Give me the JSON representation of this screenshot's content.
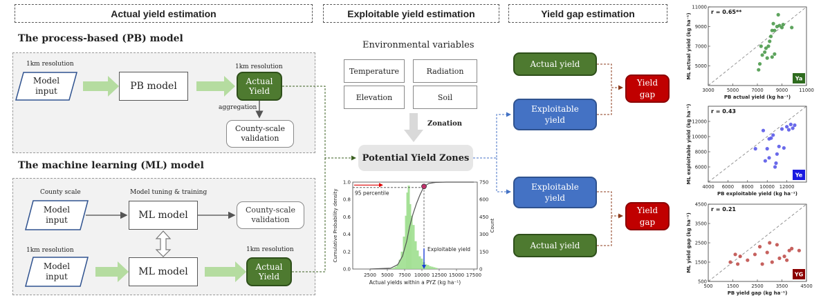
{
  "headers": {
    "actual": "Actual yield estimation",
    "exploitable": "Exploitable yield estimation",
    "gap": "Yield gap estimation"
  },
  "pb": {
    "title": "The process-based (PB) model",
    "res_left": "1km resolution",
    "model_input": "Model\ninput",
    "pb_model": "PB model",
    "res_right": "1km resolution",
    "actual_yield": "Actual\nYield",
    "aggregation": "aggregation",
    "validation": "County-scale\nvalidation"
  },
  "ml": {
    "title": "The machine learning (ML) model",
    "county_scale": "County scale",
    "tuning": "Model tuning & training",
    "model_input_top": "Model\ninput",
    "ml_model_top": "ML model",
    "validation": "County-scale\nvalidation",
    "res_left": "1km resolution",
    "model_input_bottom": "Model\ninput",
    "ml_model_bottom": "ML model",
    "res_right": "1km resolution",
    "actual_yield": "Actual\nYield"
  },
  "env": {
    "title": "Environmental variables",
    "temperature": "Temperature",
    "radiation": "Radiation",
    "elevation": "Elevation",
    "soil": "Soil",
    "zonation": "Zonation",
    "pyz": "Potential Yield Zones"
  },
  "gap_flow": {
    "actual_top": "Actual yield",
    "exploitable_top": "Exploitable\nyield",
    "gap_top": "Yield\ngap",
    "exploitable_bottom": "Exploitable\nyield",
    "actual_bottom": "Actual yield",
    "gap_bottom": "Yield\ngap"
  },
  "chart_data": [
    {
      "type": "histogram+line",
      "xlabel": "Actual yields within a PYZ (kg ha⁻¹)",
      "ylabel_left": "Cumulative Probability density",
      "ylabel_right": "Count",
      "xticks": [
        2500,
        5000,
        7500,
        10000,
        12500,
        15000,
        17500
      ],
      "xlim": [
        0,
        18000
      ],
      "yticks_left": [
        0.0,
        0.2,
        0.4,
        0.6,
        0.8,
        1.0
      ],
      "yticks_right": [
        0,
        150,
        300,
        450,
        600,
        750
      ],
      "annotations": {
        "percentile": "95 percentile",
        "exploitable": "Exploitable yield"
      },
      "percentile_x": 10300,
      "bins": [
        {
          "x": 5600,
          "count": 5
        },
        {
          "x": 5900,
          "count": 10
        },
        {
          "x": 6200,
          "count": 20
        },
        {
          "x": 6500,
          "count": 40
        },
        {
          "x": 6800,
          "count": 80
        },
        {
          "x": 7100,
          "count": 150
        },
        {
          "x": 7400,
          "count": 280
        },
        {
          "x": 7700,
          "count": 460
        },
        {
          "x": 7900,
          "count": 660
        },
        {
          "x": 8100,
          "count": 720
        },
        {
          "x": 8300,
          "count": 560
        },
        {
          "x": 8500,
          "count": 460
        },
        {
          "x": 8800,
          "count": 380
        },
        {
          "x": 9100,
          "count": 240
        },
        {
          "x": 9400,
          "count": 160
        },
        {
          "x": 9700,
          "count": 110
        },
        {
          "x": 10000,
          "count": 90
        },
        {
          "x": 10300,
          "count": 60
        },
        {
          "x": 10600,
          "count": 40
        },
        {
          "x": 10900,
          "count": 35
        },
        {
          "x": 11200,
          "count": 25
        },
        {
          "x": 11500,
          "count": 20
        },
        {
          "x": 11800,
          "count": 15
        },
        {
          "x": 12100,
          "count": 10
        }
      ],
      "cdf": [
        [
          2500,
          0.0
        ],
        [
          5500,
          0.01
        ],
        [
          6500,
          0.05
        ],
        [
          7200,
          0.15
        ],
        [
          7800,
          0.32
        ],
        [
          8200,
          0.48
        ],
        [
          8700,
          0.63
        ],
        [
          9200,
          0.75
        ],
        [
          9700,
          0.85
        ],
        [
          10300,
          0.95
        ],
        [
          11000,
          0.985
        ],
        [
          12000,
          0.997
        ],
        [
          13500,
          1.0
        ],
        [
          17500,
          1.0
        ]
      ]
    },
    {
      "type": "scatter",
      "r_label": "r = 0.65**",
      "badge": "Ya",
      "color": "#4c9a4c",
      "badge_color": "#2e6b1e",
      "xlabel": "PB actual yield (kg ha⁻¹)",
      "ylabel": "ML actual yield (kg ha⁻¹)",
      "xlim": [
        3000,
        11000
      ],
      "ylim": [
        3000,
        11000
      ],
      "xticks": [
        3000,
        5000,
        7000,
        9000,
        11000
      ],
      "yticks": [
        5000,
        7000,
        9000,
        11000
      ],
      "points": [
        [
          7400,
          6100
        ],
        [
          7600,
          6400
        ],
        [
          7700,
          6800
        ],
        [
          7900,
          7000
        ],
        [
          8000,
          7500
        ],
        [
          8100,
          8000
        ],
        [
          8200,
          8600
        ],
        [
          8300,
          9300
        ],
        [
          8400,
          8600
        ],
        [
          8600,
          9000
        ],
        [
          8700,
          10200
        ],
        [
          8800,
          9100
        ],
        [
          9000,
          8900
        ],
        [
          9100,
          9200
        ],
        [
          9800,
          8900
        ],
        [
          7200,
          5200
        ],
        [
          7100,
          4600
        ],
        [
          7800,
          5800
        ],
        [
          8200,
          5900
        ],
        [
          8400,
          6200
        ],
        [
          7300,
          7000
        ]
      ]
    },
    {
      "type": "scatter",
      "r_label": "r = 0.43",
      "badge": "Ye",
      "color": "#5a5ae8",
      "badge_color": "#1a1ae0",
      "xlabel": "PB exploitable yield (kg ha⁻¹)",
      "ylabel": "ML exploitable yield (kg ha⁻¹)",
      "xlim": [
        4000,
        14000
      ],
      "ylim": [
        4000,
        14000
      ],
      "xticks": [
        4000,
        6000,
        8000,
        10000,
        12000
      ],
      "yticks": [
        6000,
        8000,
        10000,
        12000
      ],
      "points": [
        [
          8800,
          8400
        ],
        [
          9600,
          10800
        ],
        [
          9800,
          6800
        ],
        [
          10000,
          8400
        ],
        [
          10200,
          7200
        ],
        [
          10400,
          9800
        ],
        [
          10600,
          10200
        ],
        [
          10800,
          6000
        ],
        [
          11000,
          7700
        ],
        [
          11200,
          8700
        ],
        [
          11500,
          11000
        ],
        [
          11700,
          8500
        ],
        [
          12000,
          11300
        ],
        [
          12200,
          10900
        ],
        [
          12400,
          11600
        ],
        [
          12600,
          11100
        ],
        [
          12800,
          11500
        ],
        [
          10200,
          9700
        ],
        [
          10900,
          6500
        ]
      ]
    },
    {
      "type": "scatter",
      "r_label": "r = 0.21",
      "badge": "YG",
      "color": "#c0504d",
      "badge_color": "#8b0000",
      "xlabel": "PB yield gap (kg ha⁻¹)",
      "ylabel": "ML yield gap (kg ha⁻¹)",
      "xlim": [
        500,
        4500
      ],
      "ylim": [
        500,
        4500
      ],
      "xticks": [
        500,
        1500,
        2500,
        3500,
        4500
      ],
      "yticks": [
        500,
        1500,
        2500,
        3500,
        4500
      ],
      "points": [
        [
          1400,
          1500
        ],
        [
          1700,
          1400
        ],
        [
          1800,
          1800
        ],
        [
          2100,
          1600
        ],
        [
          2400,
          1900
        ],
        [
          2600,
          2300
        ],
        [
          2700,
          1400
        ],
        [
          2900,
          2000
        ],
        [
          3000,
          2500
        ],
        [
          3100,
          1500
        ],
        [
          3400,
          1700
        ],
        [
          3600,
          1800
        ],
        [
          3700,
          1600
        ],
        [
          3800,
          2100
        ],
        [
          3900,
          2200
        ],
        [
          4200,
          2100
        ],
        [
          1600,
          1900
        ],
        [
          3300,
          2400
        ]
      ]
    }
  ]
}
